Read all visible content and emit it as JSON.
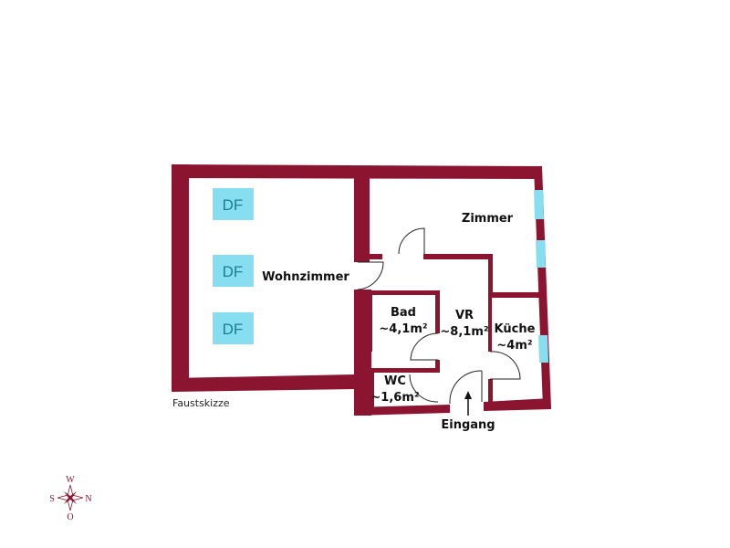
{
  "colors": {
    "wall": "#8b1530",
    "window": "#86def0",
    "df_box": "#86def0"
  },
  "rooms": {
    "wohnzimmer": {
      "name": "Wohnzimmer"
    },
    "zimmer": {
      "name": "Zimmer"
    },
    "bad": {
      "name": "Bad",
      "area": "~4,1m²"
    },
    "vr": {
      "name": "VR",
      "area": "~8,1m²"
    },
    "kueche": {
      "name": "Küche",
      "area": "~4m²"
    },
    "wc": {
      "name": "WC",
      "area": "~1,6m²"
    }
  },
  "skylights": [
    "DF",
    "DF",
    "DF"
  ],
  "entrance": "Eingang",
  "note": "Faustskizze",
  "compass": {
    "top": "W",
    "left": "S",
    "right": "N",
    "bottom": "O"
  }
}
